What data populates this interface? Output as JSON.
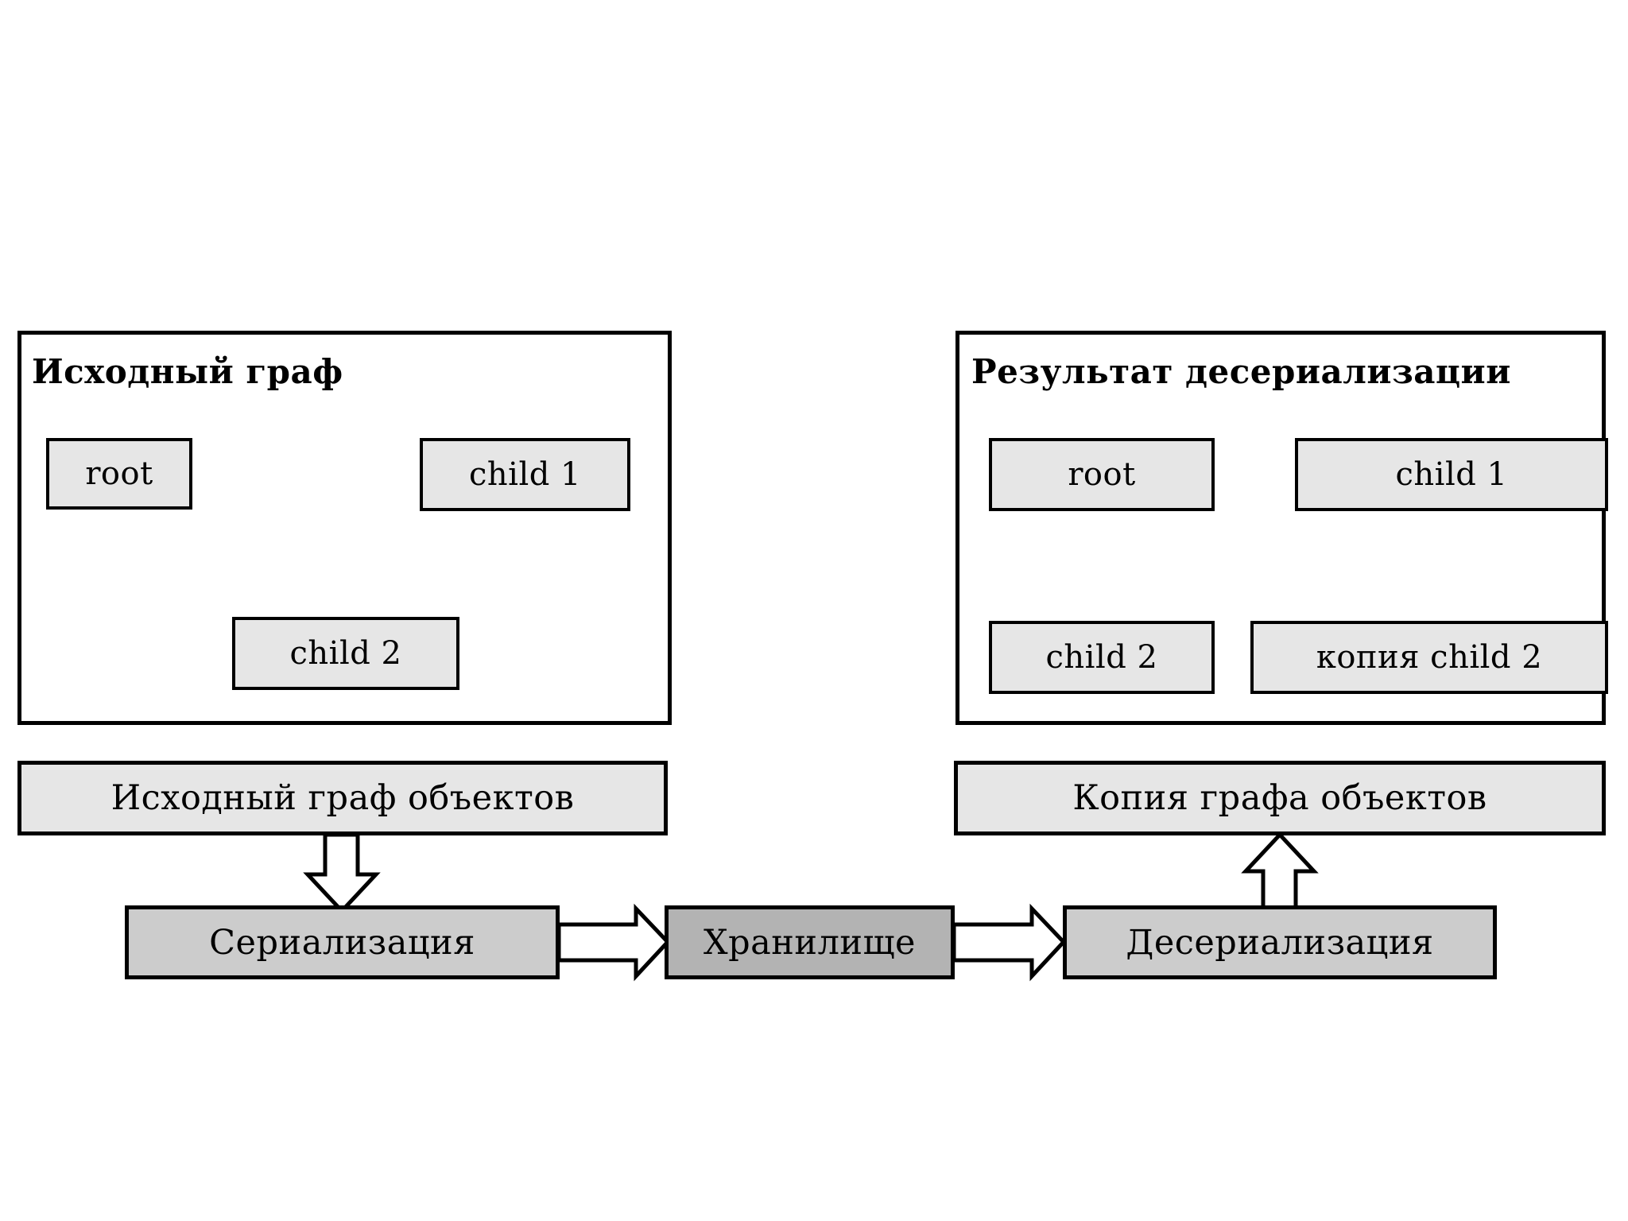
{
  "diagram": {
    "title_left": "Исходный граф",
    "title_right": "Результат десериализации",
    "left_panel": {
      "label": "Исходный граф",
      "nodes": [
        {
          "id": "root",
          "label": "root"
        },
        {
          "id": "child1",
          "label": "child 1"
        },
        {
          "id": "child2",
          "label": "child 2"
        }
      ],
      "edges": [
        {
          "from": "root",
          "to": "child 1",
          "style": "solid-filled-arrow"
        },
        {
          "from": "root",
          "to": "child 2",
          "style": "solid-filled-arrow"
        },
        {
          "from": "child 1",
          "to": "child 2",
          "style": "solid-filled-arrow"
        }
      ]
    },
    "right_panel": {
      "label": "Результат десериализации",
      "nodes": [
        {
          "id": "root",
          "label": "root"
        },
        {
          "id": "child1",
          "label": "child 1"
        },
        {
          "id": "child2",
          "label": "child 2"
        },
        {
          "id": "copy_child2",
          "label": "копия child 2"
        }
      ],
      "edges": [
        {
          "from": "root",
          "to": "child 1",
          "style": "solid-filled-arrow"
        },
        {
          "from": "root",
          "to": "child 2",
          "style": "solid-filled-arrow"
        },
        {
          "from": "child 1",
          "to": "копия child 2",
          "style": "solid-filled-arrow"
        }
      ]
    },
    "flow": {
      "source_graph": "Исходный граф объектов",
      "copy_graph": "Копия графа объектов",
      "serialization": "Сериализация",
      "storage": "Хранилище",
      "deserialization": "Десериализация",
      "arrows": [
        {
          "from": "Исходный граф объектов",
          "to": "Сериализация",
          "style": "hollow-block-arrow",
          "direction": "down"
        },
        {
          "from": "Сериализация",
          "to": "Хранилище",
          "style": "hollow-block-arrow",
          "direction": "right"
        },
        {
          "from": "Хранилище",
          "to": "Десериализация",
          "style": "hollow-block-arrow",
          "direction": "right"
        },
        {
          "from": "Десериализация",
          "to": "Копия графа объектов",
          "style": "hollow-block-arrow",
          "direction": "up"
        }
      ]
    },
    "colors": {
      "background": "#ffffff",
      "stroke": "#000000",
      "node_fill": "#e6e6e6",
      "process_fill": "#cccccc",
      "storage_fill": "#b3b3b3"
    }
  }
}
